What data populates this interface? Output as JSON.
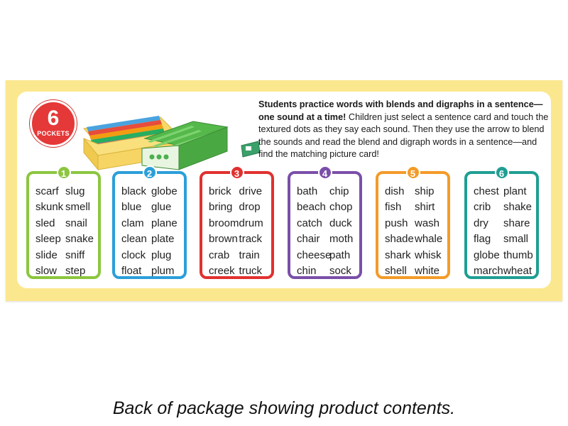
{
  "badge": {
    "number": "6",
    "label": "POCKETS"
  },
  "description": {
    "bold": "Students practice words with blends and digraphs in a sentence—one sound at a time!",
    "rest": " Children just select a sentence card and touch the textured dots as they say each sound. Then they use the arrow to blend the sounds and read the blend and digraph words in a sentence—and find the matching picture card!"
  },
  "pockets": [
    {
      "number": "1",
      "color": "#8cc63f",
      "col1": [
        "scarf",
        "skunk",
        "sled",
        "sleep",
        "slide",
        "slow"
      ],
      "col2": [
        "slug",
        "smell",
        "snail",
        "snake",
        "sniff",
        "step"
      ]
    },
    {
      "number": "2",
      "color": "#2b9fd9",
      "col1": [
        "black",
        "blue",
        "clam",
        "clean",
        "clock",
        "float"
      ],
      "col2": [
        "globe",
        "glue",
        "plane",
        "plate",
        "plug",
        "plum"
      ]
    },
    {
      "number": "3",
      "color": "#e0312f",
      "col1": [
        "brick",
        "bring",
        "broom",
        "brown",
        "crab",
        "creek"
      ],
      "col2": [
        "drive",
        "drop",
        "drum",
        "track",
        "train",
        "truck"
      ]
    },
    {
      "number": "4",
      "color": "#7a4fa8",
      "col1": [
        "bath",
        "beach",
        "catch",
        "chair",
        "cheese",
        "chin"
      ],
      "col2": [
        "chip",
        "chop",
        "duck",
        "moth",
        "path",
        "sock"
      ]
    },
    {
      "number": "5",
      "color": "#f39b29",
      "col1": [
        "dish",
        "fish",
        "push",
        "shade",
        "shark",
        "shell"
      ],
      "col2": [
        "ship",
        "shirt",
        "wash",
        "whale",
        "whisk",
        "white"
      ]
    },
    {
      "number": "6",
      "color": "#1f9e93",
      "col1": [
        "chest",
        "crib",
        "dry",
        "flag",
        "globe",
        "march"
      ],
      "col2": [
        "plant",
        "shake",
        "share",
        "small",
        "thumb",
        "wheat"
      ]
    }
  ],
  "caption": "Back of package showing product contents."
}
